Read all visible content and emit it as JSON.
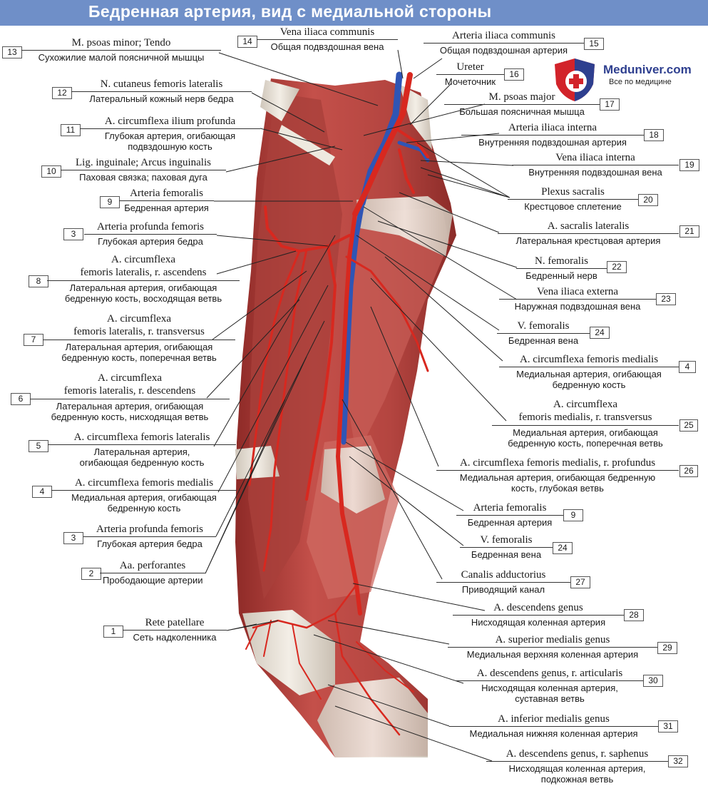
{
  "title": "Бедренная артерия, вид с медиальной стороны",
  "logo": {
    "name": "Meduniver.com",
    "tagline": "Все по медицине",
    "icon": "shield-cross-icon"
  },
  "colors": {
    "title_bar": "#6f8fc8",
    "artery": "#d8281f",
    "vein": "#2f55b5",
    "muscle": "#b8423d",
    "tendon": "#e6dfd4"
  },
  "labels": [
    {
      "num": "13",
      "latin": "M. psoas minor; Tendo",
      "ru": [
        "Сухожилие малой поясничной мышцы"
      ]
    },
    {
      "num": "12",
      "latin": "N. cutaneus femoris lateralis",
      "ru": [
        "Латеральный кожный нерв бедра"
      ]
    },
    {
      "num": "11",
      "latin": "A. circumflexa ilium profunda",
      "ru": [
        "Глубокая артерия, огибающая",
        "подвздошную кость"
      ]
    },
    {
      "num": "10",
      "latin": "Lig. inguinale; Arcus inguinalis",
      "ru": [
        "Паховая связка; паховая дуга"
      ]
    },
    {
      "num": "9",
      "latin": "Arteria femoralis",
      "ru": [
        "Бедренная артерия"
      ]
    },
    {
      "num": "3",
      "latin": "Arteria profunda femoris",
      "ru": [
        "Глубокая артерия бедра"
      ]
    },
    {
      "num": "8",
      "latin": "A. circumflexa\nfemoris lateralis, r. ascendens",
      "ru": [
        "Латеральная артерия, огибающая",
        "бедренную кость, восходящая ветвь"
      ]
    },
    {
      "num": "7",
      "latin": "A. circumflexa\nfemoris lateralis, r. transversus",
      "ru": [
        "Латеральная артерия, огибающая",
        "бедренную кость, поперечная ветвь"
      ]
    },
    {
      "num": "6",
      "latin": "A. circumflexa\nfemoris lateralis, r. descendens",
      "ru": [
        "Латеральная артерия, огибающая",
        "бедренную кость, нисходящая ветвь"
      ]
    },
    {
      "num": "5",
      "latin": "A. circumflexa femoris lateralis",
      "ru": [
        "Латеральная артерия,",
        "огибающая бедренную кость"
      ]
    },
    {
      "num": "4",
      "latin": "A. circumflexa femoris medialis",
      "ru": [
        "Медиальная артерия, огибающая",
        "бедренную кость"
      ]
    },
    {
      "num": "3",
      "latin": "Arteria profunda femoris",
      "ru": [
        "Глубокая артерия бедра"
      ]
    },
    {
      "num": "2",
      "latin": "Aa. perforantes",
      "ru": [
        "Прободающие артерии"
      ]
    },
    {
      "num": "1",
      "latin": "Rete patellare",
      "ru": [
        "Сеть надколенника"
      ]
    },
    {
      "num": "14",
      "latin": "Vena iliaca communis",
      "ru": [
        "Общая подвздошная вена"
      ]
    },
    {
      "num": "15",
      "latin": "Arteria iliaca communis",
      "ru": [
        "Общая подвздошная артерия"
      ]
    },
    {
      "num": "16",
      "latin": "Ureter",
      "ru": [
        "Мочеточник"
      ]
    },
    {
      "num": "17",
      "latin": "M. psoas major",
      "ru": [
        "Большая поясничная мышца"
      ]
    },
    {
      "num": "18",
      "latin": "Arteria iliaca interna",
      "ru": [
        "Внутренняя подвздошная артерия"
      ]
    },
    {
      "num": "19",
      "latin": "Vena iliaca interna",
      "ru": [
        "Внутренняя подвздошная вена"
      ]
    },
    {
      "num": "20",
      "latin": "Plexus sacralis",
      "ru": [
        "Крестцовое сплетение"
      ]
    },
    {
      "num": "21",
      "latin": "A. sacralis lateralis",
      "ru": [
        "Латеральная крестцовая артерия"
      ]
    },
    {
      "num": "22",
      "latin": "N. femoralis",
      "ru": [
        "Бедренный нерв"
      ]
    },
    {
      "num": "23",
      "latin": "Vena iliaca externa",
      "ru": [
        "Наружная подвздошная вена"
      ]
    },
    {
      "num": "24",
      "latin": "V. femoralis",
      "ru": [
        "Бедренная вена"
      ]
    },
    {
      "num": "4",
      "latin": "A. circumflexa femoris medialis",
      "ru": [
        "Медиальная артерия, огибающая",
        "бедренную кость"
      ]
    },
    {
      "num": "25",
      "latin": "A. circumflexa\nfemoris medialis, r. transversus",
      "ru": [
        "Медиальная артерия, огибающая",
        "бедренную кость, поперечная ветвь"
      ]
    },
    {
      "num": "26",
      "latin": "A. circumflexa femoris medialis, r. profundus",
      "ru": [
        "Медиальная артерия, огибающая бедренную",
        "кость, глубокая ветвь"
      ]
    },
    {
      "num": "9",
      "latin": "Arteria femoralis",
      "ru": [
        "Бедренная артерия"
      ]
    },
    {
      "num": "24",
      "latin": "V. femoralis",
      "ru": [
        "Бедренная вена"
      ]
    },
    {
      "num": "27",
      "latin": "Canalis adductorius",
      "ru": [
        "Приводящий канал"
      ]
    },
    {
      "num": "28",
      "latin": "A. descendens genus",
      "ru": [
        "Нисходящая коленная артерия"
      ]
    },
    {
      "num": "29",
      "latin": "A. superior medialis genus",
      "ru": [
        "Медиальная верхняя коленная артерия"
      ]
    },
    {
      "num": "30",
      "latin": "A. descendens genus, r. articularis",
      "ru": [
        "Нисходящая коленная артерия,",
        "суставная ветвь"
      ]
    },
    {
      "num": "31",
      "latin": "A. inferior medialis genus",
      "ru": [
        "Медиальная нижняя коленная артерия"
      ]
    },
    {
      "num": "32",
      "latin": "A. descendens genus, r. saphenus",
      "ru": [
        "Нисходящая коленная артерия,",
        "подкожная ветвь"
      ]
    }
  ]
}
